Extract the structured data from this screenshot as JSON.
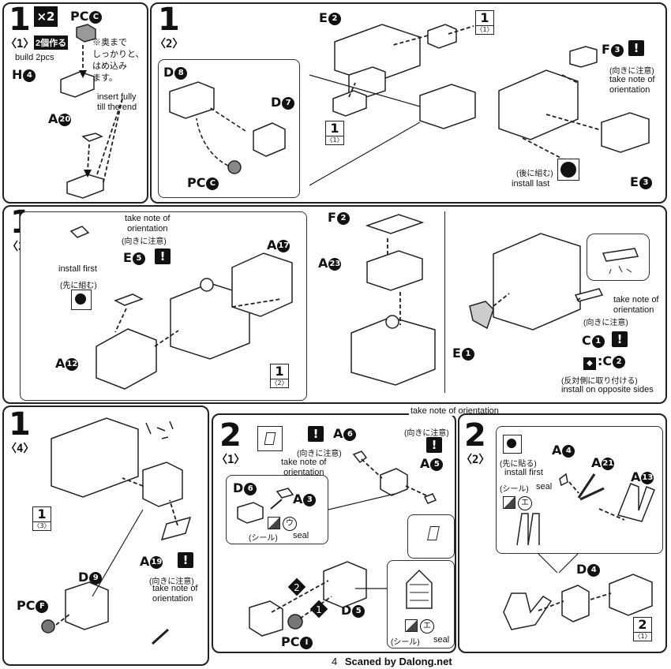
{
  "step1": {
    "number": "1",
    "sub1": "〈1〉",
    "sub2": "〈2〉",
    "sub3": "〈3〉",
    "sub4": "〈4〉",
    "multiplier": "×2",
    "make_two_jp": "2個作る",
    "build_2pcs": "build 2pcs",
    "insert_jp": "※奥まで\nしっかりと、\nはめ込み\nます。",
    "insert_en": "insert fully\ntill the end",
    "take_note_jp": "(向きに注意)",
    "take_note_en": "take note of\norientation",
    "install_last_jp": "(後に組む)",
    "install_last_en": "install last",
    "install_first_jp": "(先に組む)",
    "install_first_en": "install first",
    "opposite_jp": "(反対側に取り付ける)",
    "opposite_en": "install on opposite sides",
    "parts": {
      "pc_c": "PC",
      "h4": "H",
      "a20": "A",
      "e2": "E",
      "d8": "D",
      "d7": "D",
      "f3": "F",
      "e3": "E",
      "e5": "E",
      "a17": "A",
      "a12": "A",
      "f2": "F",
      "a23": "A",
      "e1": "E",
      "c1": "C",
      "c2": "C",
      "a19": "A",
      "d9": "D",
      "pc_f": "PC"
    }
  },
  "step2": {
    "number": "2",
    "sub1": "〈1〉",
    "sub2": "〈2〉",
    "take_note_top_en": "take note of orientation",
    "take_note_jp": "(向きに注意)",
    "take_note_en": "take note of\norientation",
    "seal_jp": "(シール)",
    "seal_en": "seal",
    "install_first_jp": "(先に貼る)",
    "install_first_en": "install first",
    "parts": {
      "a6": "A",
      "a5": "A",
      "d6": "D",
      "a3": "A",
      "d5": "D",
      "pc_i": "PC",
      "a4": "A",
      "a21": "A",
      "a13": "A",
      "d4": "D"
    }
  },
  "footer": {
    "page": "4",
    "credit": "Scaned by Dalong.net"
  }
}
